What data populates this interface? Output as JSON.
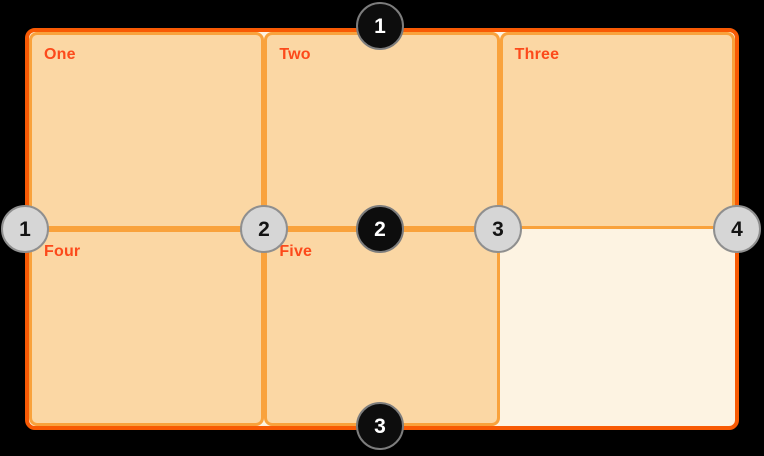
{
  "grid": {
    "cells": [
      {
        "label": "One"
      },
      {
        "label": "Two"
      },
      {
        "label": "Three"
      },
      {
        "label": "Four"
      },
      {
        "label": "Five"
      },
      {
        "label": ""
      }
    ],
    "columns": 3,
    "rows": 2
  },
  "row_lines": [
    {
      "number": "1"
    },
    {
      "number": "2"
    },
    {
      "number": "3"
    }
  ],
  "column_lines": [
    {
      "number": "1"
    },
    {
      "number": "2"
    },
    {
      "number": "3"
    },
    {
      "number": "4"
    }
  ],
  "colors": {
    "background": "#000000",
    "container_border": "#f85a04",
    "container_background": "#fdf3e2",
    "cell_background": "#fbd7a4",
    "cell_border": "#f9a23c",
    "cell_label_text": "#fc4a1b",
    "row_marker_fill": "#0d0d0d",
    "row_marker_text": "#ffffff",
    "column_marker_fill": "#d6d6d6",
    "column_marker_text": "#141414",
    "marker_ring": "#8f8f8f"
  }
}
